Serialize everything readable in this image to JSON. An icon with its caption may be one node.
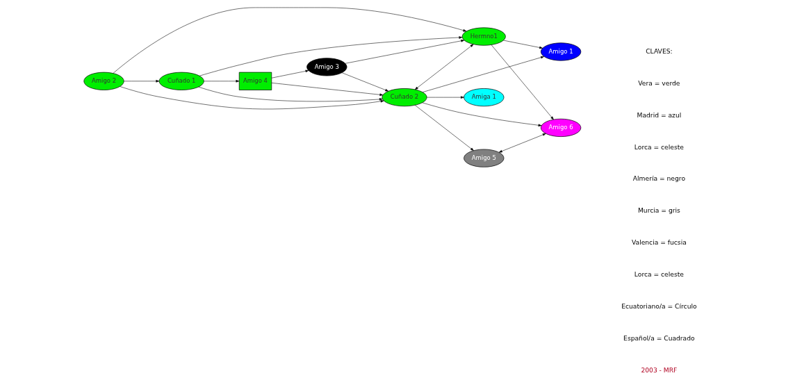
{
  "diagram": {
    "nodes": [
      {
        "text": [
          "Amigo 3"
        ]
      },
      {
        "text": [
          "Amiga 1"
        ]
      },
      {
        "text": [
          "Cuñado 2"
        ]
      },
      {
        "text": [
          "Amigo 4"
        ]
      },
      {
        "text": [
          "Amigo 5"
        ]
      },
      {
        "text": [
          "Cuñado 1"
        ]
      },
      {
        "text": [
          "Amigo 6"
        ]
      },
      {
        "text": [
          "Hermno1"
        ]
      },
      {
        "text": [
          "Amigo 2"
        ]
      },
      {
        "text": [
          "Amigo 1"
        ]
      }
    ],
    "edges": [
      {
        "from": 3,
        "to": 0,
        "arrow": "to"
      },
      {
        "from": 0,
        "to": 2,
        "arrow": "to"
      },
      {
        "from": 0,
        "to": 7,
        "arrow": "to"
      },
      {
        "from": 3,
        "to": 2,
        "arrow": "to"
      },
      {
        "from": 5,
        "to": 3,
        "arrow": "to"
      },
      {
        "from": 5,
        "to": 2,
        "arrow": "to"
      },
      {
        "from": 5,
        "to": 7,
        "arrow": "to"
      },
      {
        "from": 8,
        "to": 5,
        "arrow": "to"
      },
      {
        "from": 8,
        "to": 2,
        "arrow": "to"
      },
      {
        "from": 8,
        "to": 7,
        "arrow": "to"
      },
      {
        "from": 2,
        "to": 1,
        "arrow": "to"
      },
      {
        "from": 2,
        "to": 4,
        "arrow": "to"
      },
      {
        "from": 2,
        "to": 6,
        "arrow": "to"
      },
      {
        "from": 2,
        "to": 9,
        "arrow": "to"
      },
      {
        "from": 2,
        "to": 7,
        "arrow": "both"
      },
      {
        "from": 7,
        "to": 6,
        "arrow": "to"
      },
      {
        "from": 7,
        "to": 9,
        "arrow": "to"
      },
      {
        "from": 4,
        "to": 6,
        "arrow": "both"
      }
    ],
    "labels": [
      "CLAVES:",
      "Vera = verde",
      "Madrid = azul",
      "Lorca = celeste",
      "Almería = negro",
      "Murcia = gris",
      "Valencia = fucsia",
      "Lorca = celeste",
      "Ecuatoriano/a = Círculo",
      "Español/a = Cuadrado",
      "2003 - MRF"
    ]
  }
}
